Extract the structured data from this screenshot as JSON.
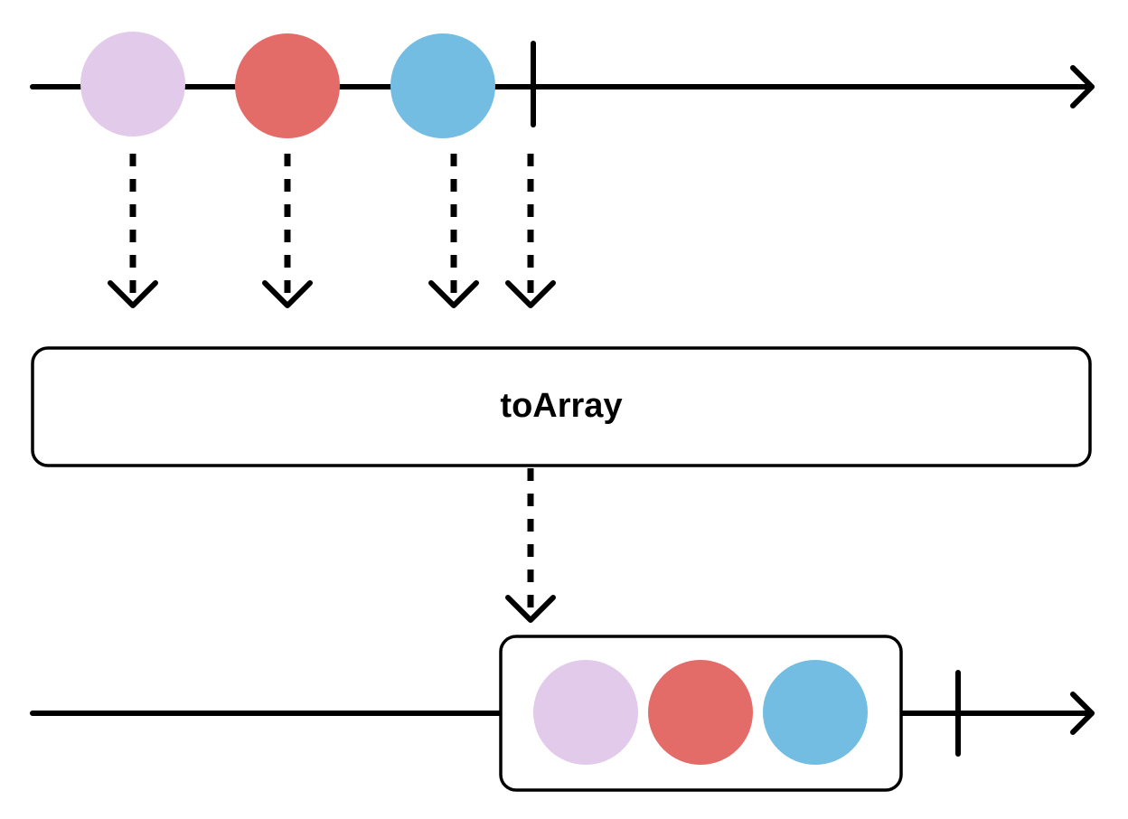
{
  "operator": {
    "label": "toArray"
  },
  "input_stream": {
    "emissions": [
      {
        "color": "#E2CAEA",
        "name": "lavender-marble"
      },
      {
        "color": "#E36C68",
        "name": "red-marble"
      },
      {
        "color": "#74BDE2",
        "name": "blue-marble"
      }
    ],
    "completes": true
  },
  "output_stream": {
    "array_items": [
      {
        "color": "#E2CAEA",
        "name": "lavender-marble"
      },
      {
        "color": "#E36C68",
        "name": "red-marble"
      },
      {
        "color": "#74BDE2",
        "name": "blue-marble"
      }
    ],
    "completes": true
  }
}
